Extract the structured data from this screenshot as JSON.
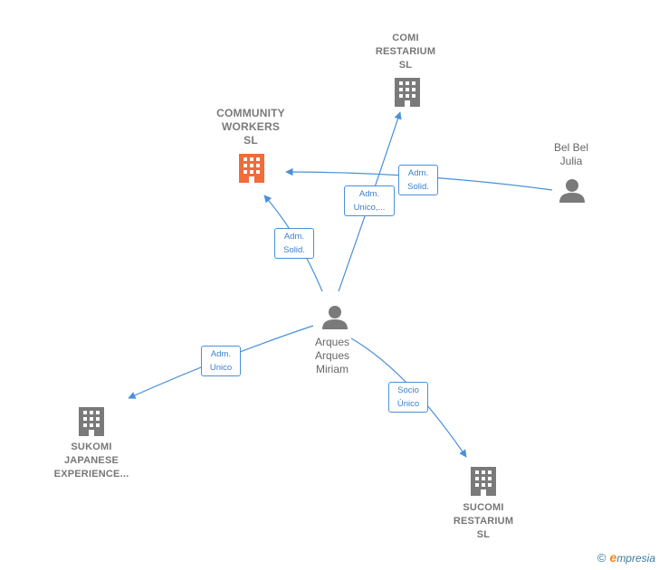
{
  "nodes": {
    "comi": {
      "label": "COMI\nRESTARIUM\nSL",
      "type": "company",
      "color": "#7a7a7a"
    },
    "community": {
      "label": "COMMUNITY\nWORKERS\nSL",
      "type": "company",
      "color": "#f26b3a"
    },
    "belbel": {
      "label": "Bel Bel\nJulia",
      "type": "person",
      "color": "#7a7a7a"
    },
    "arques": {
      "label": "Arques\nArques\nMiriam",
      "type": "person",
      "color": "#7a7a7a"
    },
    "sukomi": {
      "label": "SUKOMI\nJAPANESE\nEXPERIENCE...",
      "type": "company",
      "color": "#7a7a7a"
    },
    "sucomi": {
      "label": "SUCOMI\nRESTARIUM\nSL",
      "type": "company",
      "color": "#7a7a7a"
    }
  },
  "edges": {
    "belbel_community": "Adm.\nSolid.",
    "arques_comi": "Adm.\nUnico,...",
    "arques_community": "Adm.\nSolid.",
    "arques_sukomi": "Adm.\nUnico",
    "arques_sucomi": "Socio\nÚnico"
  },
  "colors": {
    "edge": "#4a90d9",
    "icon": "#7a7a7a",
    "highlight": "#f26b3a"
  },
  "watermark": {
    "copyright": "©",
    "brand_initial": "e",
    "brand_rest": "mpresia"
  }
}
